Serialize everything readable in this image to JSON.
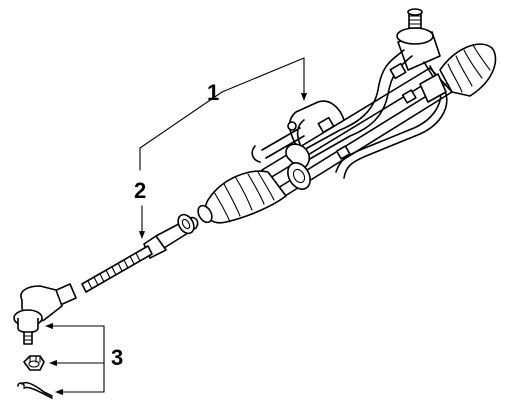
{
  "callouts": {
    "c1": "1",
    "c2": "2",
    "c3": "3"
  },
  "parts": {
    "rack_assembly": "steering-gear-assembly",
    "inner_tie_rod": "inner-tie-rod",
    "tie_rod_end": "outer-tie-rod-end",
    "nut": "castle-nut",
    "cotter_pin": "cotter-pin"
  },
  "colors": {
    "ink": "#000000",
    "paper": "#ffffff"
  }
}
